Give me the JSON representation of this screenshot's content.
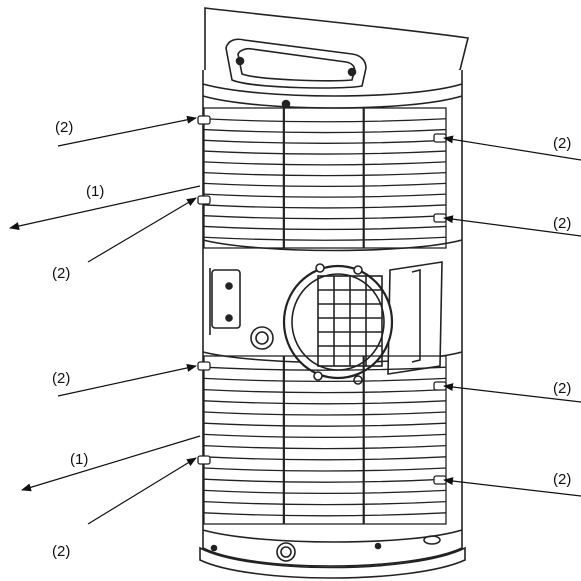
{
  "diagram": {
    "callouts": [
      {
        "id": "c1",
        "text": "(2)"
      },
      {
        "id": "c2",
        "text": "(1)"
      },
      {
        "id": "c3",
        "text": "(2)"
      },
      {
        "id": "c4",
        "text": "(2)"
      },
      {
        "id": "c5",
        "text": "(1)"
      },
      {
        "id": "c6",
        "text": "(2)"
      },
      {
        "id": "c7",
        "text": "(2)"
      },
      {
        "id": "c8",
        "text": "(2)"
      },
      {
        "id": "c9",
        "text": "(2)"
      },
      {
        "id": "c10",
        "text": "(2)"
      }
    ]
  }
}
